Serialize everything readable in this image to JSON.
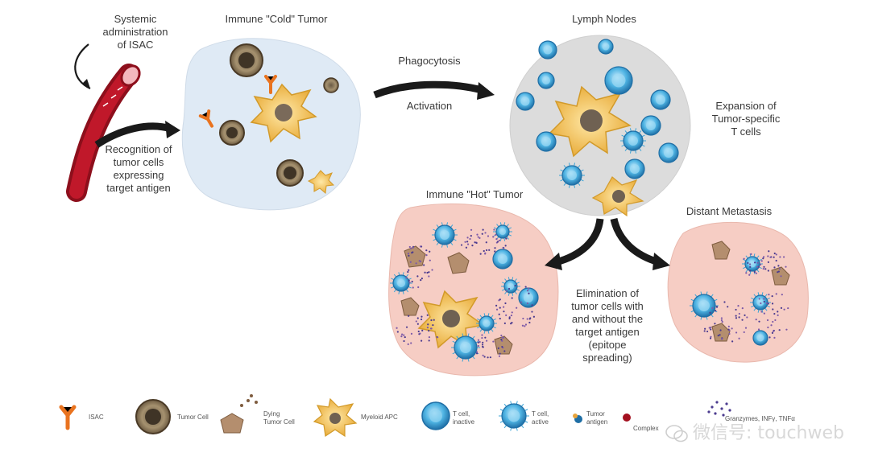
{
  "labels": {
    "systemic": "Systemic\nadministration\nof ISAC",
    "cold_tumor": "Immune \"Cold\" Tumor",
    "recognition": "Recognition of\ntumor cells\nexpressing\ntarget antigen",
    "phagocytosis": "Phagocytosis",
    "activation": "Activation",
    "lymph_nodes": "Lymph Nodes",
    "expansion": "Expansion of\nTumor-specific\nT cells",
    "hot_tumor": "Immune \"Hot\" Tumor",
    "distant_metastasis": "Distant Metastasis",
    "elimination": "Elimination of\ntumor cells with\nand without the\ntarget antigen\n(epitope\nspreading)"
  },
  "legend": {
    "isac": "ISAC",
    "tumor_cell": "Tumor Cell",
    "dying_tumor_cell": "Dying\nTumor Cell",
    "myeloid_apc": "Myeloid APC",
    "t_cell_inactive": "T cell,\ninactive",
    "t_cell_active": "T cell,\nactive",
    "tumor_antigen": "Tumor\nantigen",
    "complex": "Complex",
    "granzymes": "Granzymes, INFγ, TNFα"
  },
  "watermark": "微信号: touchweb",
  "colors": {
    "vessel": "#a3101f",
    "cold_bg": "#dfeaf5",
    "lymph_bg": "#dcdcdc",
    "hot_bg": "#f6cdc4",
    "tcell": "#3aa3d6",
    "apc": "#f0b94a",
    "arrow": "#1a1a1a"
  }
}
